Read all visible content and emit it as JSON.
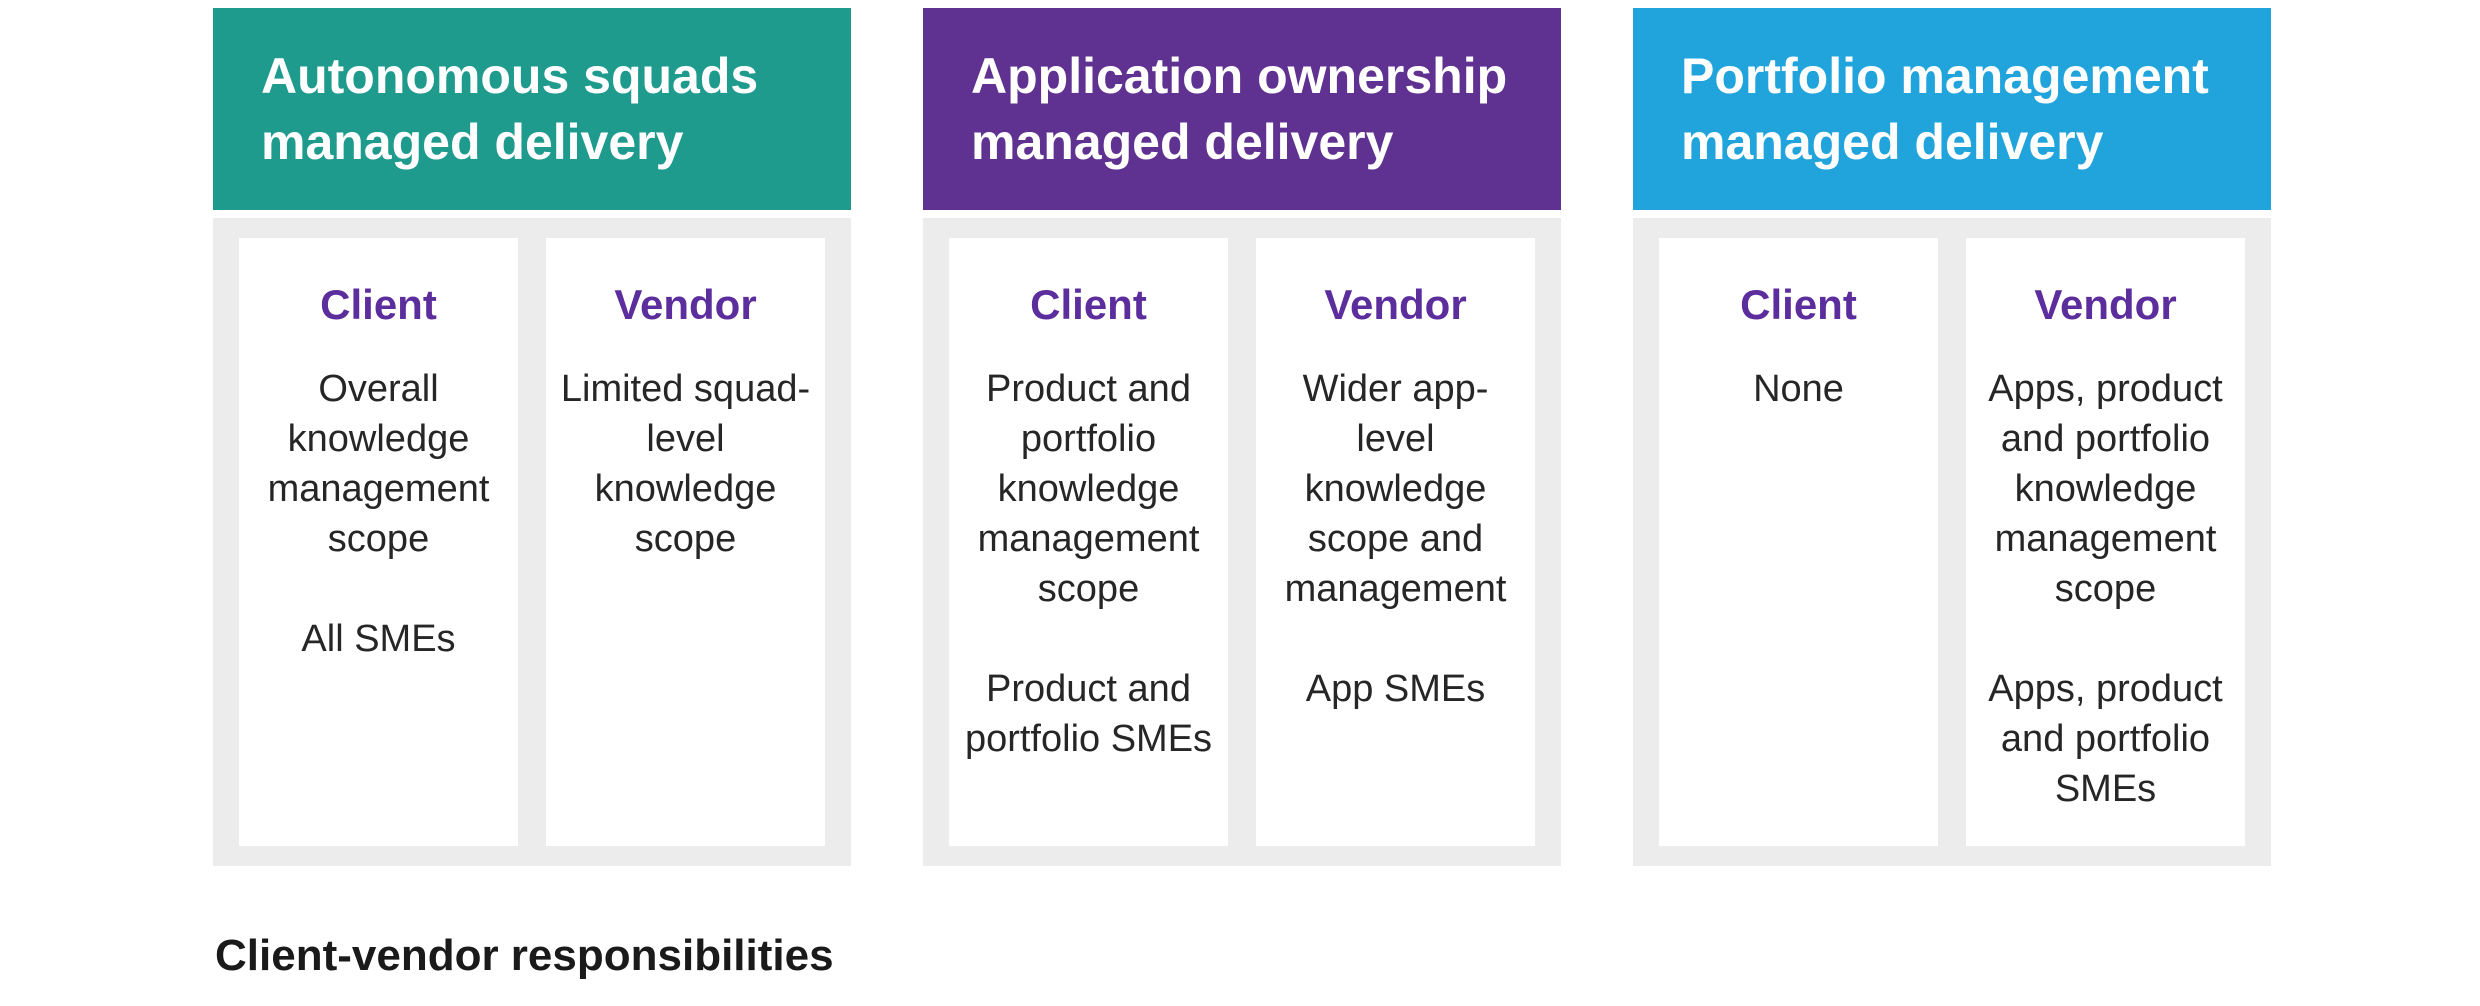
{
  "colors": {
    "teal_header": "#1f9b8e",
    "purple_header": "#5f3191",
    "blue_header": "#21a3dc",
    "column_heading_purple": "#5c2d9c",
    "panel_background_gray": "#ececec",
    "card_background": "#ffffff",
    "header_text": "#ffffff",
    "body_text": "#262626",
    "caption_text": "#1a1a1a"
  },
  "caption": "Client-vendor responsibilities",
  "panels": [
    {
      "title": "Autonomous squads managed delivery",
      "header_color": "#1f9b8e",
      "client": {
        "heading": "Client",
        "paragraphs": [
          "Overall knowledge management scope",
          "All SMEs"
        ]
      },
      "vendor": {
        "heading": "Vendor",
        "paragraphs": [
          "Limited squad-level knowledge scope",
          ""
        ]
      }
    },
    {
      "title": "Application ownership managed delivery",
      "header_color": "#5f3191",
      "client": {
        "heading": "Client",
        "paragraphs": [
          "Product and portfolio knowledge management scope",
          "Product and portfolio SMEs"
        ]
      },
      "vendor": {
        "heading": "Vendor",
        "paragraphs": [
          "Wider app-level knowledge scope and management",
          "App SMEs"
        ]
      }
    },
    {
      "title": "Portfolio management managed delivery",
      "header_color": "#21a3dc",
      "client": {
        "heading": "Client",
        "paragraphs": [
          "None",
          ""
        ]
      },
      "vendor": {
        "heading": "Vendor",
        "paragraphs": [
          "Apps, product and portfolio knowledge management scope",
          "Apps, product and portfolio SMEs"
        ]
      }
    }
  ]
}
